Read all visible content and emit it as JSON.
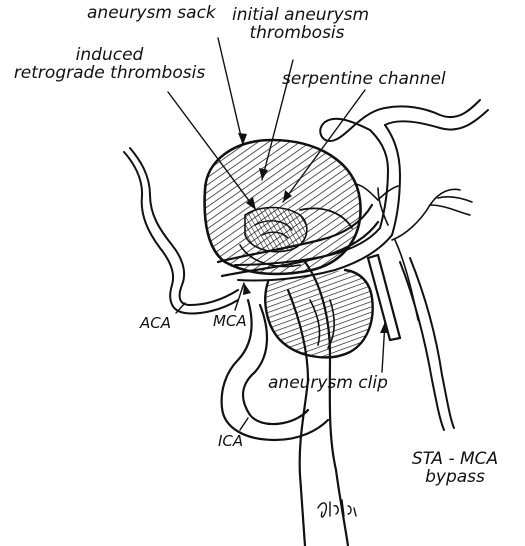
{
  "labels": {
    "aneurysm_sack": "aneurysm sack",
    "initial_thrombosis": [
      "initial aneurysm",
      "thrombosis"
    ],
    "induced_thrombosis": [
      "induced",
      "retrograde thrombosis"
    ],
    "serpentine_channel": "serpentine channel",
    "aca": "ACA",
    "mca": "MCA",
    "aneurysm_clip": "aneurysm clip",
    "ica": "ICA",
    "sta_mca_bypass": [
      "STA - MCA",
      "bypass"
    ]
  },
  "signature": "Sulani",
  "colors": {
    "ink": "#111111",
    "background": "#ffffff"
  }
}
